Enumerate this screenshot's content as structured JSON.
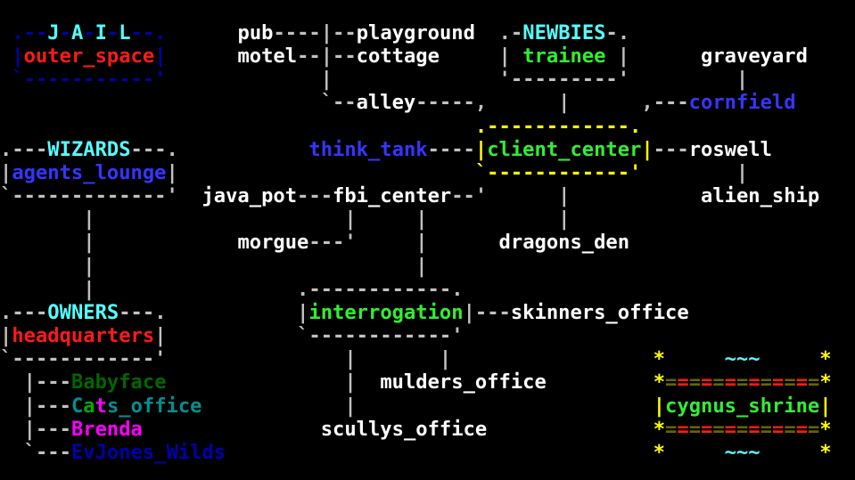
{
  "colors": {
    "w": "#ffffff",
    "g": "#c0c0c0",
    "c": "#55ffff",
    "r": "#ff1a1a",
    "b": "#0000aa",
    "B": "#3535ff",
    "G": "#33ee33",
    "y": "#ffff00",
    "dg": "#006600",
    "t": "#008f8f",
    "m": "#ff00ff",
    "a": "#00aa00",
    "o": "#666600"
  },
  "lines": [
    [
      [
        " ",
        "g"
      ],
      [
        ".--",
        "b"
      ],
      [
        "J",
        "c"
      ],
      [
        "-",
        "b"
      ],
      [
        "A",
        "c"
      ],
      [
        "-",
        "b"
      ],
      [
        "I",
        "c"
      ],
      [
        "-",
        "b"
      ],
      [
        "L",
        "c"
      ],
      [
        "--.",
        "b"
      ],
      [
        "      ",
        "g"
      ],
      [
        "pub",
        "w"
      ],
      [
        "----|--",
        "g"
      ],
      [
        "playground",
        "w"
      ],
      [
        "  ",
        "g"
      ],
      [
        ".-",
        "g"
      ],
      [
        "NEWBIES",
        "c"
      ],
      [
        "-.",
        "g"
      ]
    ],
    [
      [
        " ",
        "g"
      ],
      [
        "|",
        "b"
      ],
      [
        "outer_space",
        "r"
      ],
      [
        "|",
        "b"
      ],
      [
        "      ",
        "g"
      ],
      [
        "motel",
        "w"
      ],
      [
        "--|--",
        "g"
      ],
      [
        "cottage",
        "w"
      ],
      [
        "     ",
        "g"
      ],
      [
        "| ",
        "g"
      ],
      [
        "trainee",
        "G"
      ],
      [
        " |",
        "g"
      ],
      [
        "      ",
        "g"
      ],
      [
        "graveyard",
        "w"
      ]
    ],
    [
      [
        " ",
        "g"
      ],
      [
        "`-----------'",
        "b"
      ],
      [
        "             ",
        "g"
      ],
      [
        "|",
        "g"
      ],
      [
        "              ",
        "g"
      ],
      [
        "'---------'",
        "g"
      ],
      [
        "         ",
        "g"
      ],
      [
        "|",
        "g"
      ]
    ],
    [
      [
        "                           ",
        "g"
      ],
      [
        "`--",
        "g"
      ],
      [
        "alley",
        "w"
      ],
      [
        "-----,",
        "g"
      ],
      [
        "      ",
        "g"
      ],
      [
        "|",
        "g"
      ],
      [
        "      ",
        "g"
      ],
      [
        ",---",
        "g"
      ],
      [
        "cornfield",
        "B"
      ]
    ],
    [
      [
        "                                        ",
        "g"
      ],
      [
        ".------------.",
        "y"
      ]
    ],
    [
      [
        ".---",
        "g"
      ],
      [
        "WIZARDS",
        "c"
      ],
      [
        "---.",
        "g"
      ],
      [
        "           ",
        "g"
      ],
      [
        "think_tank",
        "B"
      ],
      [
        "----",
        "g"
      ],
      [
        "|",
        "y"
      ],
      [
        "client_center",
        "G"
      ],
      [
        "|",
        "y"
      ],
      [
        "---",
        "g"
      ],
      [
        "roswell",
        "w"
      ]
    ],
    [
      [
        "|",
        "g"
      ],
      [
        "agents_lounge",
        "B"
      ],
      [
        "|",
        "g"
      ],
      [
        "                         ",
        "g"
      ],
      [
        "`------------'",
        "y"
      ],
      [
        "        ",
        "g"
      ],
      [
        "|",
        "g"
      ]
    ],
    [
      [
        "`-------------'",
        "g"
      ],
      [
        "  ",
        "g"
      ],
      [
        "java_pot",
        "w"
      ],
      [
        "---",
        "g"
      ],
      [
        "fbi_center",
        "w"
      ],
      [
        "--'",
        "g"
      ],
      [
        "      ",
        "g"
      ],
      [
        "|",
        "g"
      ],
      [
        "           ",
        "g"
      ],
      [
        "alien_ship",
        "w"
      ]
    ],
    [
      [
        "       ",
        "g"
      ],
      [
        "|",
        "g"
      ],
      [
        "                     ",
        "g"
      ],
      [
        "|",
        "g"
      ],
      [
        "     ",
        "g"
      ],
      [
        "|",
        "g"
      ],
      [
        "           ",
        "g"
      ],
      [
        "|",
        "g"
      ]
    ],
    [
      [
        "       ",
        "g"
      ],
      [
        "|",
        "g"
      ],
      [
        "            ",
        "g"
      ],
      [
        "morgue",
        "w"
      ],
      [
        "---'",
        "g"
      ],
      [
        "     ",
        "g"
      ],
      [
        "|",
        "g"
      ],
      [
        "      ",
        "g"
      ],
      [
        "dragons_den",
        "w"
      ]
    ],
    [
      [
        "       ",
        "g"
      ],
      [
        "|",
        "g"
      ],
      [
        "                           ",
        "g"
      ],
      [
        "|",
        "g"
      ]
    ],
    [
      [
        "       ",
        "g"
      ],
      [
        "|",
        "g"
      ],
      [
        "                 ",
        "g"
      ],
      [
        ".------------.",
        "g"
      ]
    ],
    [
      [
        ".---",
        "g"
      ],
      [
        "OWNERS",
        "c"
      ],
      [
        "---.",
        "g"
      ],
      [
        "           ",
        "g"
      ],
      [
        "|",
        "g"
      ],
      [
        "interrogation",
        "G"
      ],
      [
        "|---",
        "g"
      ],
      [
        "skinners_office",
        "w"
      ]
    ],
    [
      [
        "|",
        "g"
      ],
      [
        "headquarters",
        "r"
      ],
      [
        "|",
        "g"
      ],
      [
        "           ",
        "g"
      ],
      [
        "`------------'",
        "g"
      ]
    ],
    [
      [
        "`------------'",
        "g"
      ],
      [
        "               ",
        "g"
      ],
      [
        "|",
        "g"
      ],
      [
        "       ",
        "g"
      ],
      [
        "|",
        "g"
      ],
      [
        "                 ",
        "g"
      ],
      [
        "*",
        "y"
      ],
      [
        "     ",
        "g"
      ],
      [
        "~~~",
        "c"
      ],
      [
        "     ",
        "g"
      ],
      [
        "*",
        "y"
      ]
    ],
    [
      [
        "  ",
        "g"
      ],
      [
        "|---",
        "g"
      ],
      [
        "Babyface",
        "dg"
      ],
      [
        "               ",
        "g"
      ],
      [
        "|",
        "g"
      ],
      [
        "  ",
        "g"
      ],
      [
        "mulders_office",
        "w"
      ],
      [
        "         ",
        "g"
      ],
      [
        "*",
        "y"
      ],
      [
        "=",
        "o"
      ],
      [
        "=",
        "r"
      ],
      [
        "=",
        "o"
      ],
      [
        "=",
        "r"
      ],
      [
        "=",
        "o"
      ],
      [
        "=",
        "r"
      ],
      [
        "=",
        "o"
      ],
      [
        "=",
        "r"
      ],
      [
        "=",
        "o"
      ],
      [
        "=",
        "r"
      ],
      [
        "=",
        "o"
      ],
      [
        "=",
        "r"
      ],
      [
        "=",
        "o"
      ],
      [
        "*",
        "y"
      ]
    ],
    [
      [
        "  ",
        "g"
      ],
      [
        "|---",
        "g"
      ],
      [
        "C",
        "t"
      ],
      [
        "a",
        "a"
      ],
      [
        "t",
        "m"
      ],
      [
        "s_office",
        "t"
      ],
      [
        "            ",
        "g"
      ],
      [
        "|",
        "g"
      ],
      [
        "                         ",
        "g"
      ],
      [
        "|",
        "y"
      ],
      [
        "cygnus_shrine",
        "G"
      ],
      [
        "|",
        "y"
      ]
    ],
    [
      [
        "  ",
        "g"
      ],
      [
        "|---",
        "g"
      ],
      [
        "Brenda",
        "m"
      ],
      [
        "               ",
        "g"
      ],
      [
        "scullys_office",
        "w"
      ],
      [
        "              ",
        "g"
      ],
      [
        "*",
        "y"
      ],
      [
        "=",
        "o"
      ],
      [
        "=",
        "r"
      ],
      [
        "=",
        "o"
      ],
      [
        "=",
        "r"
      ],
      [
        "=",
        "o"
      ],
      [
        "=",
        "r"
      ],
      [
        "=",
        "o"
      ],
      [
        "=",
        "r"
      ],
      [
        "=",
        "o"
      ],
      [
        "=",
        "r"
      ],
      [
        "=",
        "o"
      ],
      [
        "=",
        "r"
      ],
      [
        "=",
        "o"
      ],
      [
        "*",
        "y"
      ]
    ],
    [
      [
        "  ",
        "g"
      ],
      [
        "`---",
        "g"
      ],
      [
        "EvJones_Wilds",
        "b"
      ],
      [
        "                                    ",
        "g"
      ],
      [
        "*",
        "y"
      ],
      [
        "     ",
        "g"
      ],
      [
        "~~~",
        "c"
      ],
      [
        "     ",
        "g"
      ],
      [
        "*",
        "y"
      ]
    ]
  ]
}
